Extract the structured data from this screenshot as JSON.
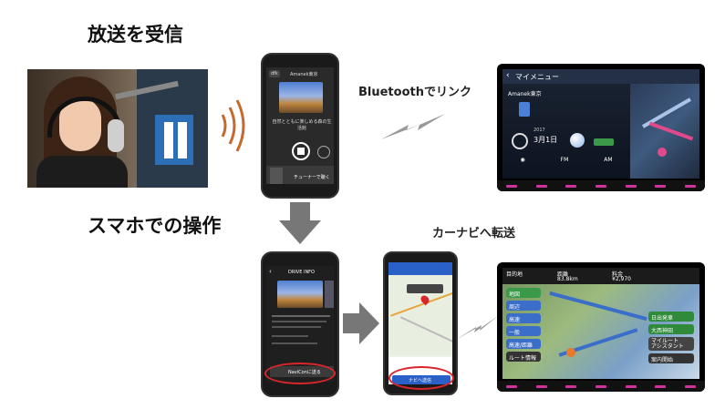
{
  "headings": {
    "receive": "放送を受信",
    "smartphone_ops": "スマホでの操作"
  },
  "captions": {
    "bluetooth": "Bluetoothでリンク",
    "carnavi": "カーナビへ転送"
  },
  "phone1": {
    "top_label": "Amanek東京",
    "caption": "自然とともに楽しめる森の生活館",
    "button_label": "チューナーで聴く"
  },
  "phone2": {
    "title": "DRIVE INFO",
    "button_label": "NaviConに送る"
  },
  "phone3": {
    "button_label": "ナビへ送信"
  },
  "nav1": {
    "title": "マイメニュー",
    "station": "Amanek東京",
    "year": "2017",
    "date": "3月1日",
    "fm": "FM",
    "am": "AM"
  },
  "nav2": {
    "header_left": "目的地",
    "header_mid": "距離",
    "header_right": "料金",
    "distance": "83.8km",
    "fare": "¥2,970",
    "menu": [
      "地図",
      "周辺",
      "高速",
      "一般",
      "高速/距離",
      "ルート情報"
    ],
    "right_items": [
      "日出発車",
      "大西神田",
      "マイルート\nアシスタント",
      "案内開始"
    ]
  },
  "colors": {
    "accent_red": "#d8262c",
    "nav_magenta": "#d0339b",
    "nav_green": "#3a9a4a",
    "phone_blue": "#2a61c9"
  }
}
